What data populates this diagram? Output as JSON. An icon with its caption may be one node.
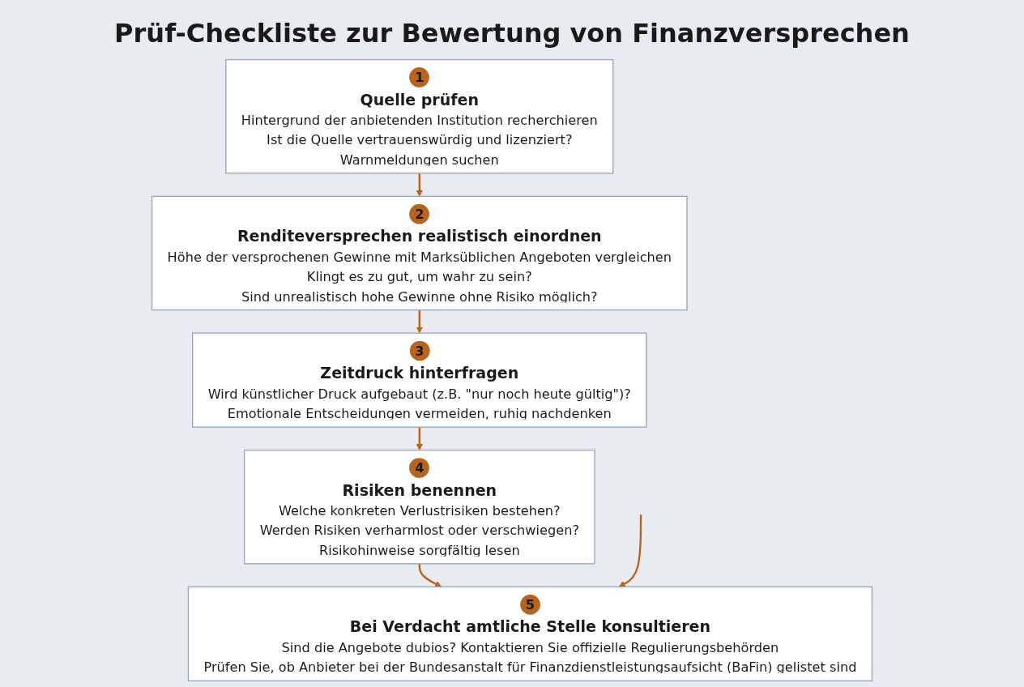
{
  "diagram": {
    "title": "Prüf-Checkliste zur Bewertung von Finanzversprechen",
    "nodes": [
      {
        "text": [
          "1",
          "Quelle prüfen",
          "Hintergrund der anbietenden Institution recherchieren",
          "Ist die Quelle vertrauenswürdig und lizenziert?",
          "Warnmeldungen suchen"
        ]
      },
      {
        "text": [
          "2",
          "Renditeversprechen realistisch einordnen",
          "Höhe der versprochenen Gewinne mit Marksüblichen Angeboten vergleichen",
          "Klingt es zu gut, um wahr zu sein?",
          "Sind unrealistisch hohe Gewinne ohne Risiko möglich?"
        ]
      },
      {
        "text": [
          "3",
          "Zeitdruck hinterfragen",
          "Wird künstlicher Druck aufgebaut (z.B. \"nur noch heute gültig\")?",
          "Emotionale Entscheidungen vermeiden, ruhig nachdenken"
        ]
      },
      {
        "text": [
          "4",
          "Risiken benennen",
          "Welche konkreten Verlustrisiken bestehen?",
          "Werden Risiken verharmlost oder verschwiegen?",
          "Risikohinweise sorgfältig lesen"
        ]
      },
      {
        "text": [
          "5",
          "Bei Verdacht amtliche Stelle konsultieren",
          "Sind die Angebote dubios? Kontaktieren Sie offizielle Regulierungsbehörden",
          "Prüfen Sie, ob Anbieter bei der Bundesanstalt für Finanzdienstleistungsaufsicht (BaFin) gelistet sind"
        ]
      }
    ],
    "edges": [
      {
        "from": 0,
        "to": 1,
        "arrow": "to"
      },
      {
        "from": 1,
        "to": 2,
        "arrow": "to"
      },
      {
        "from": 2,
        "to": 3,
        "arrow": "to"
      },
      {
        "from": 3,
        "to": 4,
        "arrow": "to"
      },
      {
        "from": null,
        "to": 4,
        "arrow": "to"
      }
    ]
  }
}
